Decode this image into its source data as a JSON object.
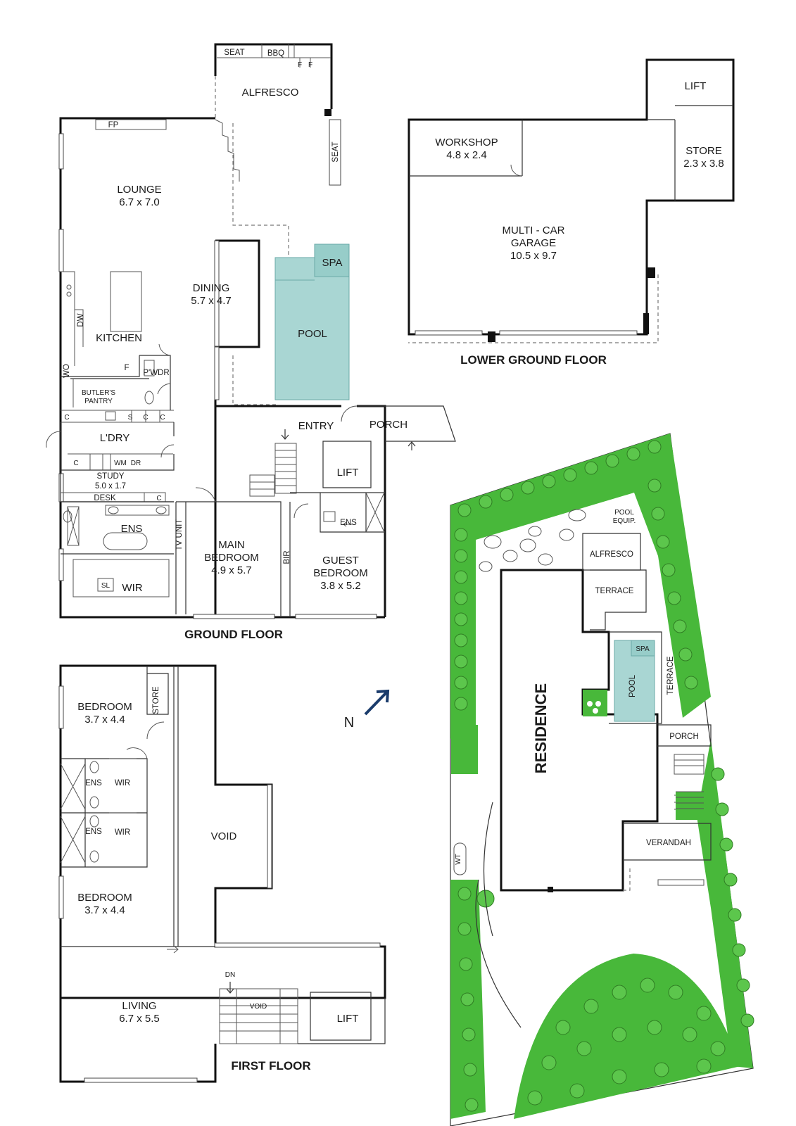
{
  "colors": {
    "wall": "#111111",
    "pool": "#a9d6d3",
    "spa": "#97cdc9",
    "tree": "#48b83a",
    "tree_dark": "#2f7d23",
    "background": "#ffffff"
  },
  "icons": {
    "north_arrow": "north-arrow-icon"
  },
  "compass": {
    "north": "N"
  },
  "lower_ground": {
    "title": "LOWER GROUND FLOOR",
    "lift": "LIFT",
    "store": {
      "name": "STORE",
      "size": "2.3 x 3.8"
    },
    "workshop": {
      "name": "WORKSHOP",
      "size": "4.8 x 2.4"
    },
    "garage": {
      "name_line1": "MULTI - CAR",
      "name_line2": "GARAGE",
      "size": "10.5 x 9.7"
    }
  },
  "ground": {
    "title": "GROUND FLOOR",
    "alfresco": {
      "name": "ALFRESCO",
      "seat": "SEAT",
      "bbq": "BBQ",
      "fridge": "F"
    },
    "seat_side": "SEAT",
    "fireplace": "FP",
    "lounge": {
      "name": "LOUNGE",
      "size": "6.7 x 7.0"
    },
    "dining": {
      "name": "DINING",
      "size": "5.7 x 4.7"
    },
    "spa": "SPA",
    "pool": "POOL",
    "kitchen": {
      "name": "KITCHEN",
      "dishwasher": "DW",
      "wall_oven": "WO",
      "fridge": "F"
    },
    "powder": "P'WDR",
    "butlers_line1": "BUTLER'S",
    "butlers_line2": "PANTRY",
    "cupboard": "C",
    "sink": "S",
    "laundry": {
      "name": "L'DRY",
      "wm": "WM",
      "dr": "DR"
    },
    "study": {
      "name": "STUDY",
      "size": "5.0 x 1.7",
      "desk": "DESK"
    },
    "ensuite": "ENS",
    "wir": "WIR",
    "sl": "SL",
    "tv_unit": "TV UNIT",
    "main_bedroom": {
      "name_line1": "MAIN",
      "name_line2": "BEDROOM",
      "size": "4.9 x 5.7"
    },
    "bir": "BIR",
    "entry": "ENTRY",
    "porch": "PORCH",
    "lift": "LIFT",
    "guest_ensuite": "ENS",
    "guest_bedroom": {
      "name_line1": "GUEST",
      "name_line2": "BEDROOM",
      "size": "3.8 x 5.2"
    }
  },
  "first": {
    "title": "FIRST FLOOR",
    "bedroom1": {
      "name": "BEDROOM",
      "size": "3.7 x 4.4"
    },
    "store": "STORE",
    "ens1": "ENS",
    "wir1": "WIR",
    "ens2": "ENS",
    "wir2": "WIR",
    "void": "VOID",
    "bedroom2": {
      "name": "BEDROOM",
      "size": "3.7 x 4.4"
    },
    "living": {
      "name": "LIVING",
      "size": "6.7 x 5.5"
    },
    "dn": "DN",
    "stair_void": "VOID",
    "lift": "LIFT"
  },
  "site": {
    "residence": "RESIDENCE",
    "pool_equip_line1": "POOL",
    "pool_equip_line2": "EQUIP.",
    "alfresco": "ALFRESCO",
    "terrace_top": "TERRACE",
    "spa": "SPA",
    "pool": "POOL",
    "terrace_side": "TERRACE",
    "porch": "PORCH",
    "verandah": "VERANDAH",
    "wt": "WT"
  }
}
